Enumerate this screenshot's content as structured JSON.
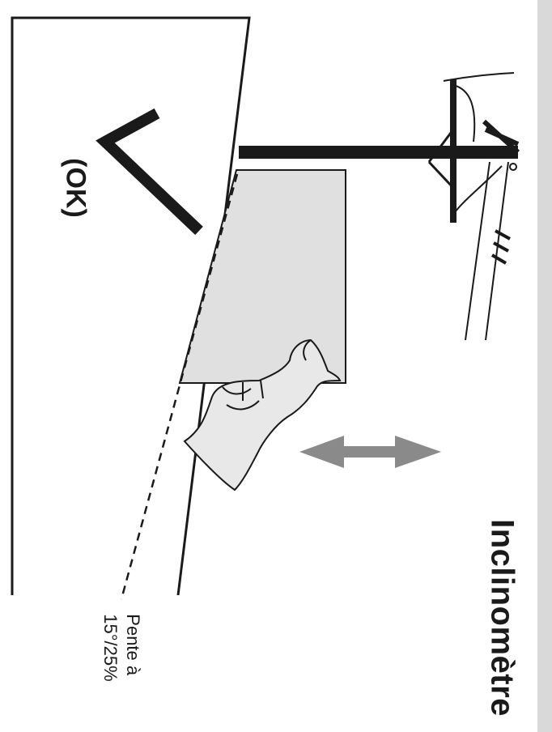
{
  "title": "Inclinomètre",
  "ok_label": "(OK)",
  "slope_label": {
    "line1": "Pente à",
    "line2": "15°/25%"
  },
  "colors": {
    "ink": "#1a1a1a",
    "panel_fill": "#e0e0e0",
    "arrow_gray": "#8a8a8a",
    "strip_gray": "#d9d9d9"
  },
  "icons": [
    "checkmark-icon",
    "double-arrow-icon",
    "hand-icon",
    "utility-pole-icon"
  ]
}
